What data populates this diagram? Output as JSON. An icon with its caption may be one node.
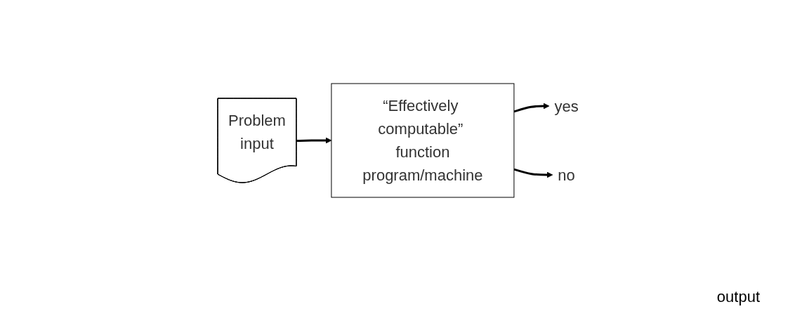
{
  "diagram": {
    "nodes": [
      {
        "text": [
          "Problem",
          "input"
        ]
      },
      {
        "text": [
          "“Effectively computable” function",
          "program/machine"
        ]
      },
      {
        "text": [
          "yes"
        ]
      },
      {
        "text": [
          "no"
        ]
      }
    ],
    "edges": [
      {
        "from": 0,
        "to": 1,
        "arrow": "to"
      },
      {
        "from": 1,
        "to": 2,
        "arrow": "to"
      },
      {
        "from": 1,
        "to": 3,
        "arrow": "to"
      }
    ],
    "labels": [
      "output"
    ]
  }
}
